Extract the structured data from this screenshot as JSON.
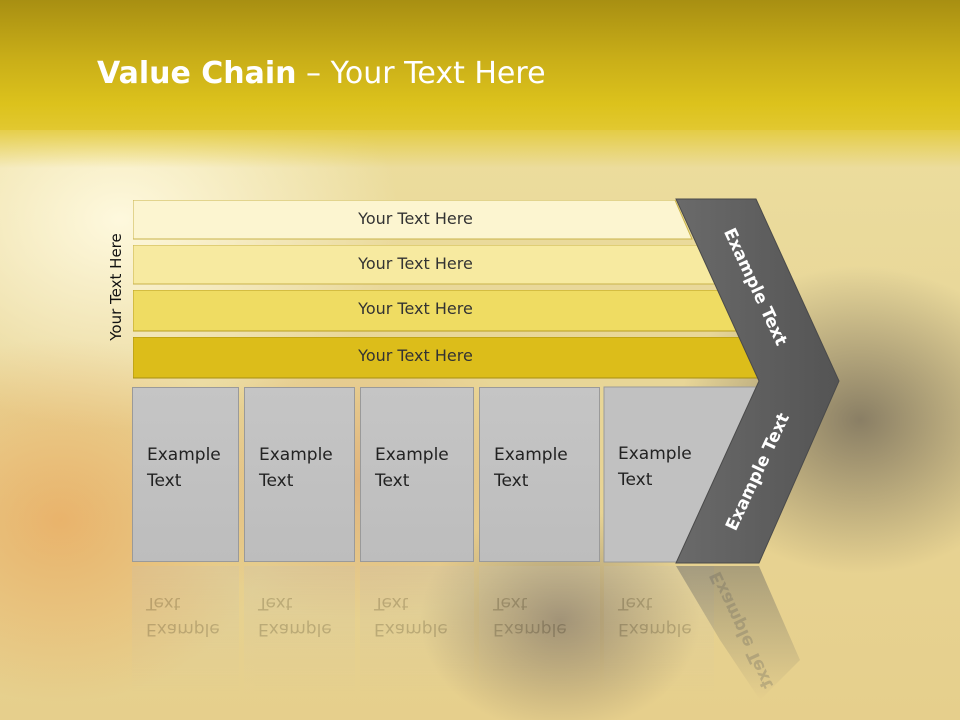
{
  "title": {
    "bold": "Value Chain",
    "rest": " – Your Text Here"
  },
  "side_label": "Your Text Here",
  "rows": [
    {
      "label": "Your Text Here",
      "color": "#fcf5d0"
    },
    {
      "label": "Your Text Here",
      "color": "#f7eaa0"
    },
    {
      "label": "Your Text Here",
      "color": "#efdc62"
    },
    {
      "label": "Your Text Here",
      "color": "#dcbd1a"
    }
  ],
  "boxes": [
    {
      "line1": "Example",
      "line2": "Text"
    },
    {
      "line1": "Example",
      "line2": "Text"
    },
    {
      "line1": "Example",
      "line2": "Text"
    },
    {
      "line1": "Example",
      "line2": "Text"
    },
    {
      "line1": "Example",
      "line2": "Text"
    }
  ],
  "chevron": {
    "upper_label": "Example Text",
    "lower_label": "Example Text",
    "color": "#5e5e5e"
  }
}
